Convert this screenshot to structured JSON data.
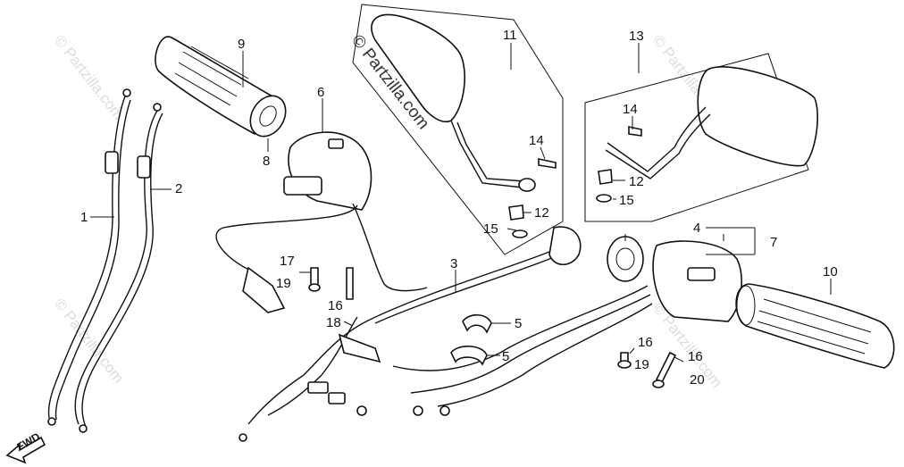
{
  "watermark": {
    "main": "© Partzilla.com",
    "repeat": "© Partzilla.com"
  },
  "fwd_label": "FWD",
  "callouts": {
    "c1": "1",
    "c2": "2",
    "c3": "3",
    "c4": "4",
    "c5a": "5",
    "c5b": "5",
    "c6": "6",
    "c7": "7",
    "c8": "8",
    "c9": "9",
    "c10": "10",
    "c11": "11",
    "c12a": "12",
    "c12b": "12",
    "c13": "13",
    "c14a": "14",
    "c14b": "14",
    "c15a": "15",
    "c15b": "15",
    "c16a": "16",
    "c16b": "16",
    "c16c": "16",
    "c17": "17",
    "c18": "18",
    "c19a": "19",
    "c19b": "19",
    "c20": "20"
  }
}
